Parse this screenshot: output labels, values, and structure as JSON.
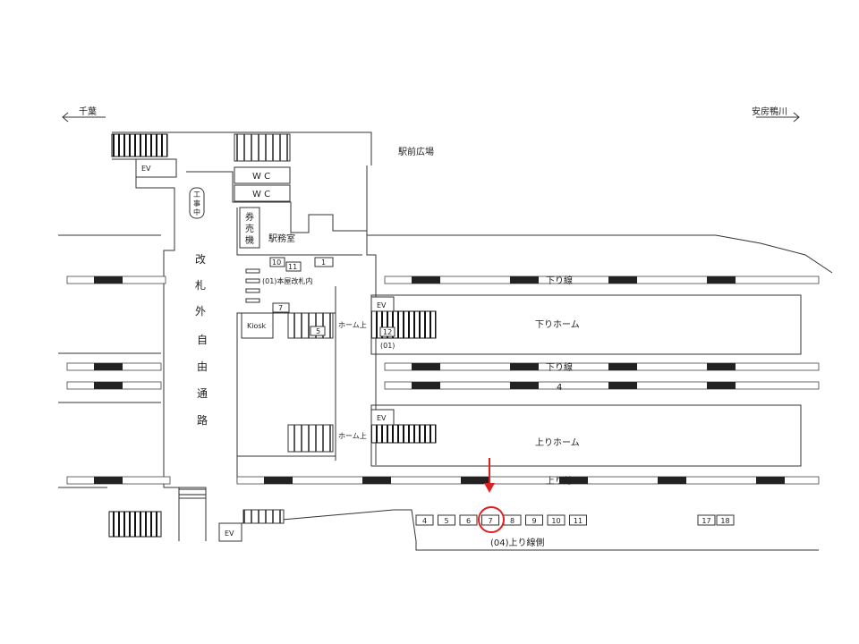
{
  "directions": {
    "left": "千葉",
    "right": "安房鴨川"
  },
  "labels": {
    "plaza": "駅前広場",
    "ev": "EV",
    "wc1": "W C",
    "wc2": "W C",
    "construction": [
      "工",
      "事",
      "中"
    ],
    "ticket_machine": [
      "券",
      "売",
      "機"
    ],
    "office": "駅務室",
    "gate_inside": "(01)本屋改札内",
    "kiosk": "Kiosk",
    "platform_top1": "ホーム上",
    "platform_top2": "ホーム上",
    "code01": "(01)",
    "free_passage": [
      "改",
      "札",
      "外",
      "自",
      "由",
      "通",
      "路"
    ],
    "down_line1": "下り線",
    "down_platform": "下りホーム",
    "down_line2": "下り線",
    "track4": "4",
    "up_platform": "上りホーム",
    "up_line": "上り線",
    "up_side": "(04)上り線側"
  },
  "markers": {
    "m10": "10",
    "m11": "11",
    "m1": "1",
    "m7": "7",
    "m5": "5",
    "m12": "12"
  },
  "car_positions": [
    "4",
    "5",
    "6",
    "7",
    "8",
    "9",
    "10",
    "11"
  ],
  "car_positions_far": [
    "17",
    "18"
  ],
  "highlighted_car": "7",
  "highlight_color": "#e02020"
}
